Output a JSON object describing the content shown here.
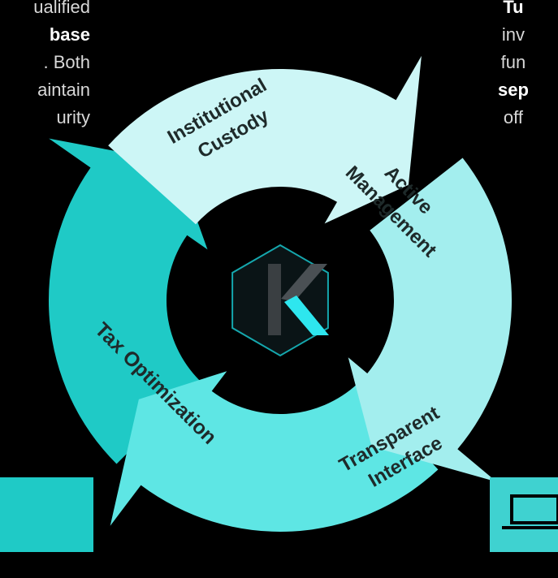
{
  "colors": {
    "background": "#000000",
    "segment_top": "#cdf6f6",
    "segment_right": "#a3eeee",
    "segment_bottom": "#5ee6e4",
    "segment_left": "#1fcac6",
    "label_text": "#1e2a2a",
    "hexagon": "#15a7ad"
  },
  "cycle": {
    "segments": [
      {
        "id": "top",
        "line1": "Institutional",
        "line2": "Custody"
      },
      {
        "id": "right",
        "line1": "Active",
        "line2": "Management"
      },
      {
        "id": "bottom",
        "line1": "Transparent",
        "line2": "Interface"
      },
      {
        "id": "left",
        "line1": "Tax Optimization",
        "line2": ""
      }
    ],
    "center_logo_letter": "K"
  },
  "left_text": {
    "line1": "ualified",
    "line2": "base",
    "line3": ". Both",
    "line4": "aintain",
    "line5": "urity"
  },
  "right_text": {
    "line1": "Tu",
    "line2": "inv",
    "line3": "fun",
    "line4": "sep",
    "line5": "off"
  },
  "icons": {
    "left_box": "teal-square-icon",
    "right_box": "laptop-icon"
  }
}
